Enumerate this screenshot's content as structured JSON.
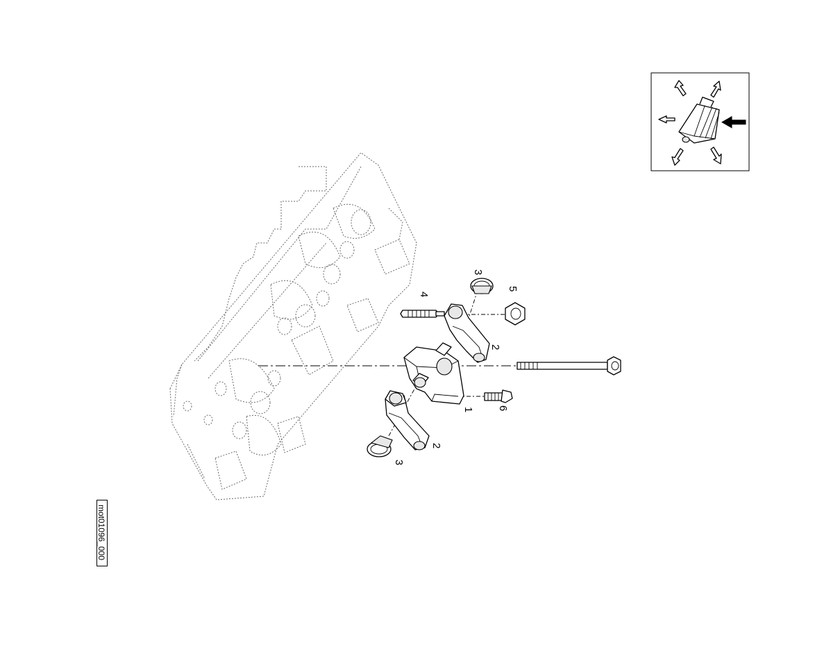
{
  "drawing_code": "mot01096_000",
  "callouts": {
    "c1": "1",
    "c2a": "2",
    "c2b": "2",
    "c3a": "3",
    "c3b": "3",
    "c4": "4",
    "c5": "5",
    "c6": "6"
  }
}
